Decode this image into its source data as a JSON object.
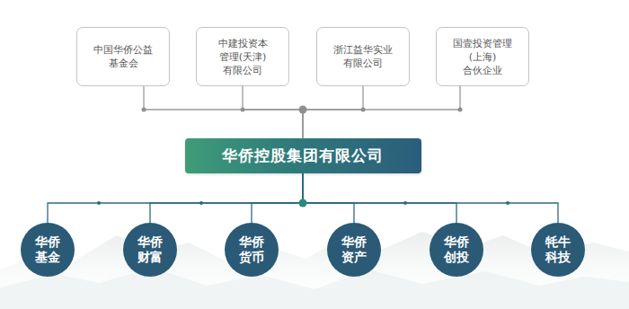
{
  "diagram": {
    "nodes": [
      {
        "text": [
          "中国华侨公益 基金会"
        ]
      },
      {
        "text": [
          "中建投资本 管理(天津) 有限公司"
        ]
      },
      {
        "text": [
          "浙江益华实业 有限公司"
        ]
      },
      {
        "text": [
          "国壹投资管理 (上海) 合伙企业"
        ]
      },
      {
        "text": [
          "华侨控股集团有限公司"
        ]
      },
      {
        "text": [
          "华侨 基金"
        ]
      },
      {
        "text": [
          "华侨 财富"
        ]
      },
      {
        "text": [
          "华侨 货币"
        ]
      },
      {
        "text": [
          "华侨 资产"
        ]
      },
      {
        "text": [
          "华侨 创投"
        ]
      },
      {
        "text": [
          "牦牛 科技"
        ]
      }
    ],
    "edges": [
      {
        "from": 0,
        "to": 4,
        "arrow": "none"
      },
      {
        "from": 1,
        "to": 4,
        "arrow": "none"
      },
      {
        "from": 2,
        "to": 4,
        "arrow": "none"
      },
      {
        "from": 3,
        "to": 4,
        "arrow": "none"
      },
      {
        "from": 4,
        "to": 5,
        "arrow": "none"
      },
      {
        "from": 4,
        "to": 6,
        "arrow": "none"
      },
      {
        "from": 4,
        "to": 7,
        "arrow": "none"
      },
      {
        "from": 4,
        "to": 8,
        "arrow": "none"
      },
      {
        "from": 4,
        "to": 9,
        "arrow": "none"
      },
      {
        "from": 4,
        "to": 10,
        "arrow": "none"
      }
    ]
  }
}
